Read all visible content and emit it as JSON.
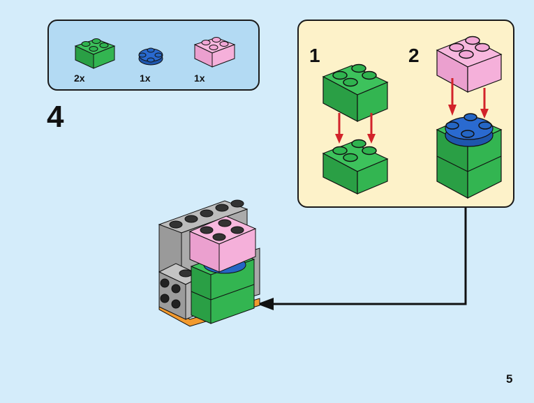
{
  "step": {
    "number": "4"
  },
  "page": {
    "number": "5"
  },
  "parts_list": [
    {
      "name": "green 2x2 brick",
      "color": "#2fb34f",
      "quantity": "2x"
    },
    {
      "name": "blue 2x2 round plate",
      "color": "#2566c4",
      "quantity": "1x"
    },
    {
      "name": "pink 2x2 brick",
      "color": "#f3a7d6",
      "quantity": "1x"
    }
  ],
  "sub_steps": [
    {
      "number": "1",
      "description": "Stack green 2x2 brick onto green 2x2 brick"
    },
    {
      "number": "2",
      "description": "Attach pink 2x2 brick onto blue round plate on green stack"
    }
  ],
  "colors": {
    "background": "#d4ecfa",
    "parts_panel": "#b3daf3",
    "substep_panel": "#fdf2c9",
    "arrow_red": "#d2232a",
    "green": "#2fb34f",
    "blue": "#2566c4",
    "pink": "#f3a7d6",
    "gray": "#a8a8a8",
    "orange": "#f29a2e"
  }
}
